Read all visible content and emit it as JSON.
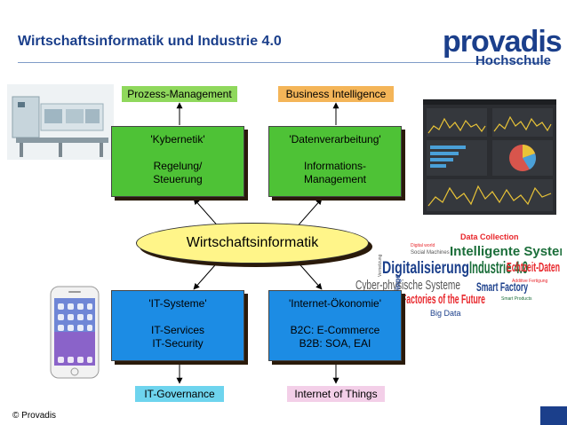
{
  "slide": {
    "title": "Wirtschaftsinformatik und Industrie 4.0",
    "copyright": "© Provadis"
  },
  "logo": {
    "word": "provadis",
    "sub": "Hochschule"
  },
  "center": {
    "label": "Wirtschaftsinformatik"
  },
  "top_left": {
    "label": "Prozess-Management",
    "label_color": "#8fd85c",
    "box_lines": [
      "'Kybernetik'",
      "",
      "Regelung/",
      "Steuerung"
    ]
  },
  "top_right": {
    "label": "Business Intelligence",
    "label_color": "#f4b558",
    "box_lines": [
      "'Datenverarbeitung'",
      "",
      "Informations-",
      "Management"
    ]
  },
  "bottom_left": {
    "label": "IT-Governance",
    "label_color": "#6ed4ee",
    "box_lines": [
      "'IT-Systeme'",
      "",
      "IT-Services",
      "IT-Security"
    ]
  },
  "bottom_right": {
    "label": "Internet of Things",
    "label_color": "#f3cfe8",
    "box_lines": [
      "'Internet-Ökonomie'",
      "",
      "B2C: E-Commerce",
      "B2B: SOA, EAI"
    ]
  },
  "wordcloud": {
    "words": [
      {
        "text": "Data Collection",
        "color": "#e8262b"
      },
      {
        "text": "Digital world",
        "color": "#e8262b"
      },
      {
        "text": "Social Machines",
        "color": "#555555"
      },
      {
        "text": "Intelligente Systeme",
        "color": "#1b6e3a"
      },
      {
        "text": "Digitalisierung",
        "color": "#1b3f8b"
      },
      {
        "text": "Industrie 4.0",
        "color": "#1b6e3a"
      },
      {
        "text": "Echtzeit-Daten",
        "color": "#e8262b"
      },
      {
        "text": "Vernetzung",
        "color": "#555555"
      },
      {
        "text": "Cyber-physische Systeme",
        "color": "#555555"
      },
      {
        "text": "Additive Fertigung",
        "color": "#e8262b"
      },
      {
        "text": "Smart Factory",
        "color": "#1b3f8b"
      },
      {
        "text": "Factories of the Future",
        "color": "#e8262b"
      },
      {
        "text": "Smart Products",
        "color": "#1b6e3a"
      },
      {
        "text": "Big Data",
        "color": "#1b3f8b"
      },
      {
        "text": "Internet der Dinge",
        "color": "#1b3f8b"
      }
    ]
  }
}
